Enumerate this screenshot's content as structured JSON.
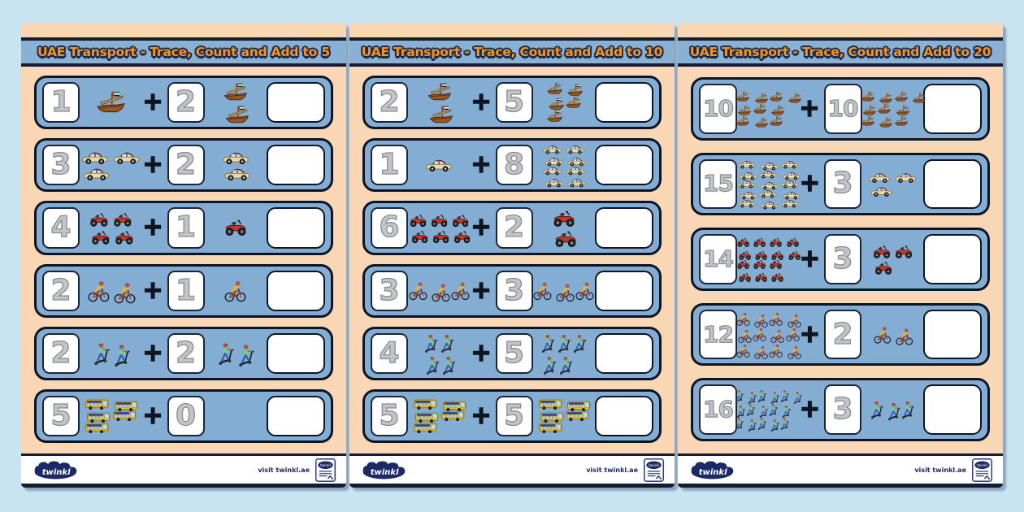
{
  "colors": {
    "canvas_bg": "#c8e3f1",
    "page_bg": "#f9d7b4",
    "header_bg": "#88b1d4",
    "row_bg": "#83add2",
    "navy_border": "#131c31",
    "title_orange": "#f7941d",
    "trace_gray": "#a6a8ad",
    "brand_navy": "#1b2a66"
  },
  "symbols": {
    "plus": "+"
  },
  "footer": {
    "brand": "twinkl",
    "visit_text": "visit twinkl.ae"
  },
  "pages": [
    {
      "title": "UAE Transport - Trace, Count and Add to 5",
      "rows": [
        {
          "vehicle": "dhow",
          "addend_1": 1,
          "addend_2": 2
        },
        {
          "vehicle": "car",
          "addend_1": 3,
          "addend_2": 2
        },
        {
          "vehicle": "quad-bike",
          "addend_1": 4,
          "addend_2": 1
        },
        {
          "vehicle": "bicycle",
          "addend_1": 2,
          "addend_2": 1
        },
        {
          "vehicle": "scooter",
          "addend_1": 2,
          "addend_2": 2
        },
        {
          "vehicle": "bus",
          "addend_1": 5,
          "addend_2": 0
        }
      ]
    },
    {
      "title": "UAE Transport - Trace, Count and Add to 10",
      "rows": [
        {
          "vehicle": "dhow",
          "addend_1": 2,
          "addend_2": 5
        },
        {
          "vehicle": "car",
          "addend_1": 1,
          "addend_2": 8
        },
        {
          "vehicle": "quad-bike",
          "addend_1": 6,
          "addend_2": 2
        },
        {
          "vehicle": "bicycle",
          "addend_1": 3,
          "addend_2": 3
        },
        {
          "vehicle": "scooter",
          "addend_1": 4,
          "addend_2": 5
        },
        {
          "vehicle": "bus",
          "addend_1": 5,
          "addend_2": 5
        }
      ]
    },
    {
      "title": "UAE Transport - Trace, Count and Add to 20",
      "rows": [
        {
          "vehicle": "dhow",
          "addend_1": 10,
          "addend_2": 10
        },
        {
          "vehicle": "car",
          "addend_1": 15,
          "addend_2": 3
        },
        {
          "vehicle": "quad-bike",
          "addend_1": 14,
          "addend_2": 3
        },
        {
          "vehicle": "bicycle",
          "addend_1": 12,
          "addend_2": 2
        },
        {
          "vehicle": "scooter",
          "addend_1": 16,
          "addend_2": 3
        }
      ]
    }
  ]
}
